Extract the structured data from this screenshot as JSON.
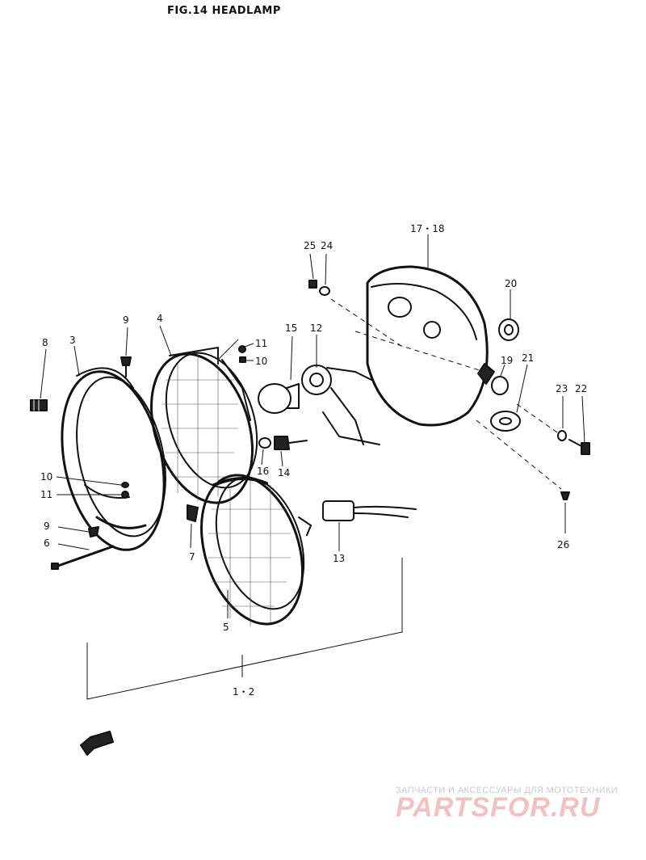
{
  "figure": {
    "title": "FIG.14  HEADLAMP"
  },
  "callouts": [
    {
      "id": "c8",
      "text": "8"
    },
    {
      "id": "c3",
      "text": "3"
    },
    {
      "id": "c9a",
      "text": "9"
    },
    {
      "id": "c4",
      "text": "4"
    },
    {
      "id": "c11a",
      "text": "11"
    },
    {
      "id": "c10a",
      "text": "10"
    },
    {
      "id": "c15",
      "text": "15"
    },
    {
      "id": "c12",
      "text": "12"
    },
    {
      "id": "c25",
      "text": "25"
    },
    {
      "id": "c24",
      "text": "24"
    },
    {
      "id": "c1718",
      "text": "17・18"
    },
    {
      "id": "c20",
      "text": "20"
    },
    {
      "id": "c19",
      "text": "19"
    },
    {
      "id": "c21",
      "text": "21"
    },
    {
      "id": "c23",
      "text": "23"
    },
    {
      "id": "c22",
      "text": "22"
    },
    {
      "id": "c16",
      "text": "16"
    },
    {
      "id": "c14",
      "text": "14"
    },
    {
      "id": "c10b",
      "text": "10"
    },
    {
      "id": "c11b",
      "text": "11"
    },
    {
      "id": "c9b",
      "text": "9"
    },
    {
      "id": "c6",
      "text": "6"
    },
    {
      "id": "c7",
      "text": "7"
    },
    {
      "id": "c13",
      "text": "13"
    },
    {
      "id": "c5",
      "text": "5"
    },
    {
      "id": "c26",
      "text": "26"
    },
    {
      "id": "c12group",
      "text": "1・2"
    }
  ],
  "watermark": {
    "tagline": "ЗАПЧАСТИ И АКСЕССУАРЫ ДЛЯ МОТОТЕХНИКИ",
    "brand": "PARTSFOR.RU",
    "brand_color": "#e85a5a"
  }
}
